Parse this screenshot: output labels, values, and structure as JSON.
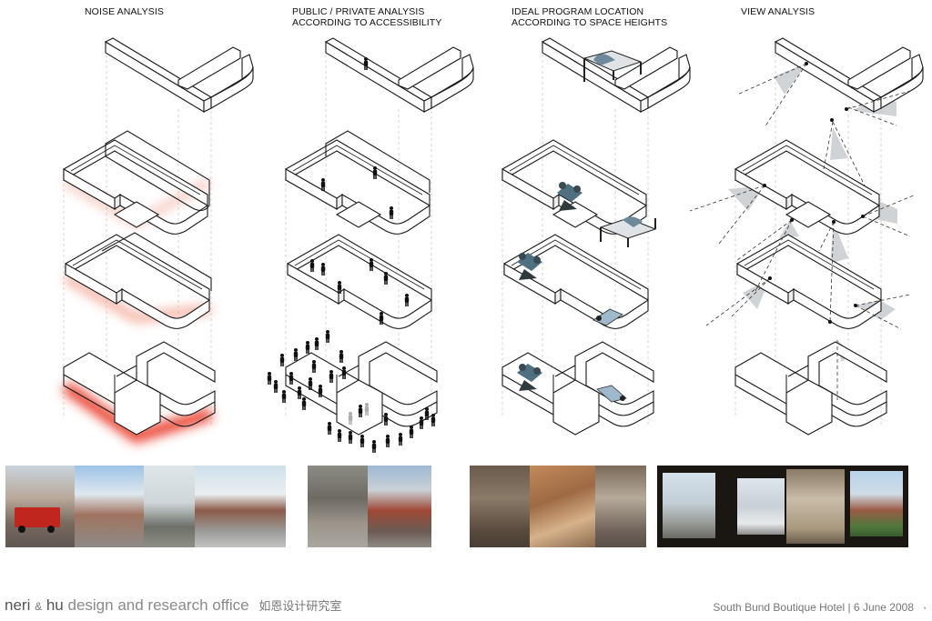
{
  "columns": [
    {
      "title_line1": "NOISE ANALYSIS",
      "title_line2": ""
    },
    {
      "title_line1": "PUBLIC / PRIVATE ANALYSIS",
      "title_line2": "ACCORDING TO ACCESSIBILITY"
    },
    {
      "title_line1": "IDEAL PROGRAM LOCATION",
      "title_line2": "ACCORDING TO SPACE HEIGHTS"
    },
    {
      "title_line1": "VIEW ANALYSIS",
      "title_line2": ""
    }
  ],
  "footer": {
    "firm_name": "neri",
    "amp": "&",
    "firm_name2": "hu",
    "tagline": "design and research office",
    "chinese_name": "如恩设计研究室",
    "project": "South Bund Boutique Hotel  |  6 June 2008",
    "page_mark": "◔"
  },
  "colors": {
    "noise_glow": "#e8321e",
    "view_cone": "#c8ccd0",
    "line": "#1a1a1a"
  },
  "icons": [
    "person-icon",
    "bed-icon",
    "chair-icon",
    "bathtub-icon",
    "view-eye-icon"
  ]
}
